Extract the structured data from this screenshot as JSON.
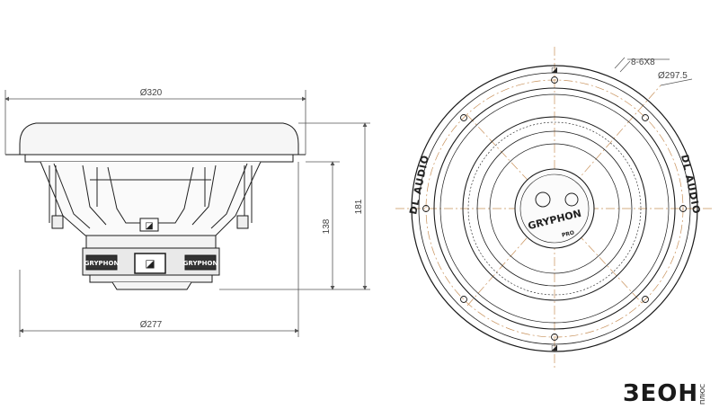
{
  "side_view": {
    "dim_overall_diameter": "Ø320",
    "dim_magnet_diameter": "Ø277",
    "dim_height_138": "138",
    "dim_height_181": "181",
    "magnet_badge_left": "GRYPHON",
    "magnet_badge_right": "GRYPHON"
  },
  "front_view": {
    "dim_holes": "8-6X8",
    "dim_mount_diameter": "Ø297.5",
    "brand_text": "DL AUDIO",
    "cone_logo_line1": "GRYPHON",
    "cone_logo_line2": "PRO"
  },
  "watermark": {
    "main": "ЗЕОН",
    "sub": "ПЛЮС"
  },
  "colors": {
    "line": "#1a1a1a",
    "dimension": "#555555",
    "centerline": "#c8915a"
  }
}
